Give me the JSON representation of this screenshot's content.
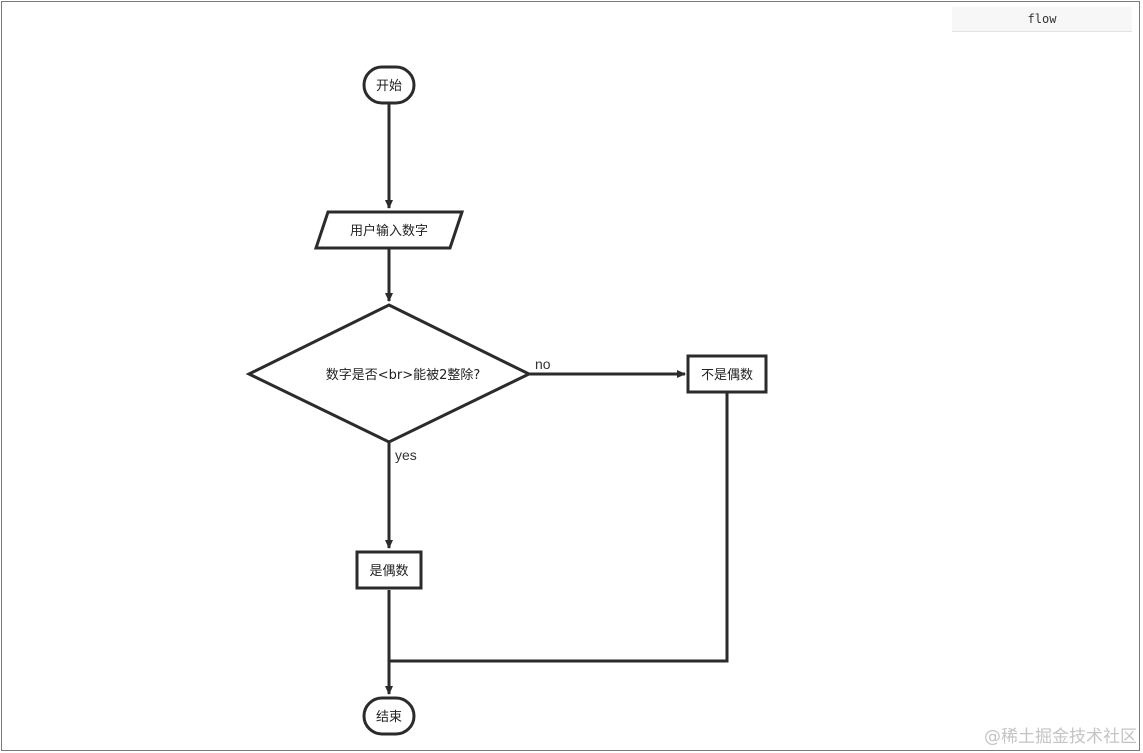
{
  "code_block": {
    "language_label": "flow"
  },
  "flowchart": {
    "nodes": {
      "start": "开始",
      "input": "用户输入数字",
      "decision": "数字是否<br>能被2整除?",
      "not_even": "不是偶数",
      "even": "是偶数",
      "end": "结束"
    },
    "edges": {
      "no_label": "no",
      "yes_label": "yes"
    }
  },
  "watermark": "@稀土掘金技术社区",
  "colors": {
    "stroke": "#2b2b2b",
    "background": "#ffffff"
  }
}
